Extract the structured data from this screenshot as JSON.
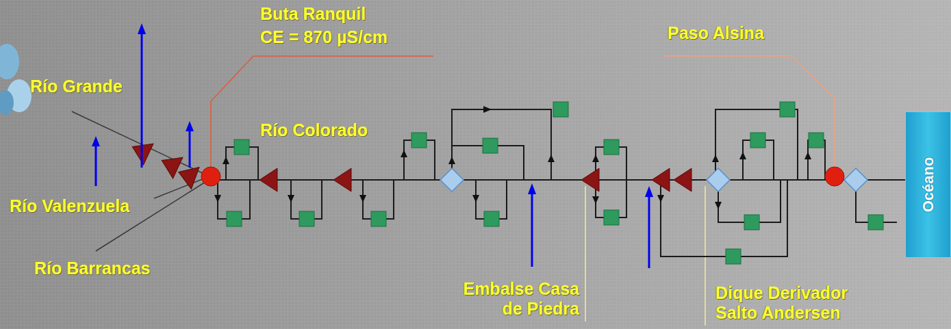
{
  "diagram": {
    "nodes": [
      {
        "text": [
          "Océano"
        ]
      }
    ],
    "labels": [
      "Buta Ranquil",
      "CE = 870 µS/cm",
      "Río Grande",
      "Río Colorado",
      "Paso Alsina",
      "Río Valenzuela",
      "Río Barrancas",
      "Embalse Casa de Piedra",
      "Dique Derivador Salto Andersen"
    ]
  }
}
